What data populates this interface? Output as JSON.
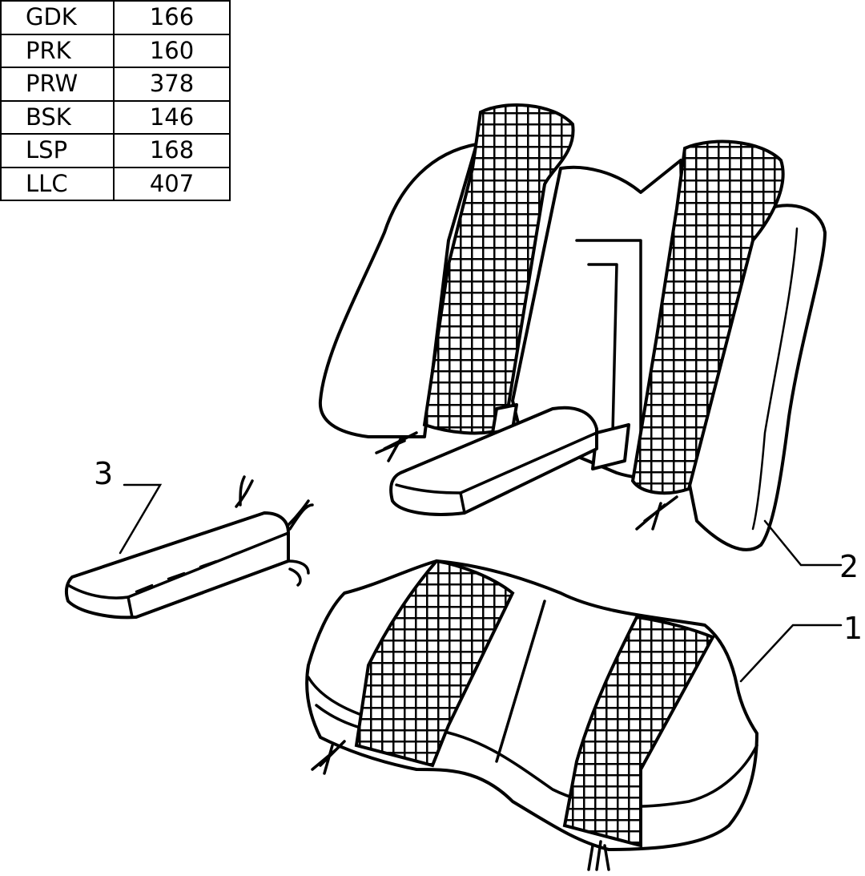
{
  "code_table": {
    "rows": [
      {
        "code": "GDK",
        "value": "166"
      },
      {
        "code": "PRK",
        "value": "160"
      },
      {
        "code": "PRW",
        "value": "378"
      },
      {
        "code": "BSK",
        "value": "146"
      },
      {
        "code": "LSP",
        "value": "168"
      },
      {
        "code": "LLC",
        "value": "407"
      }
    ]
  },
  "callouts": {
    "seat_cushion": "1",
    "seat_backrest": "2",
    "armrest": "3"
  }
}
